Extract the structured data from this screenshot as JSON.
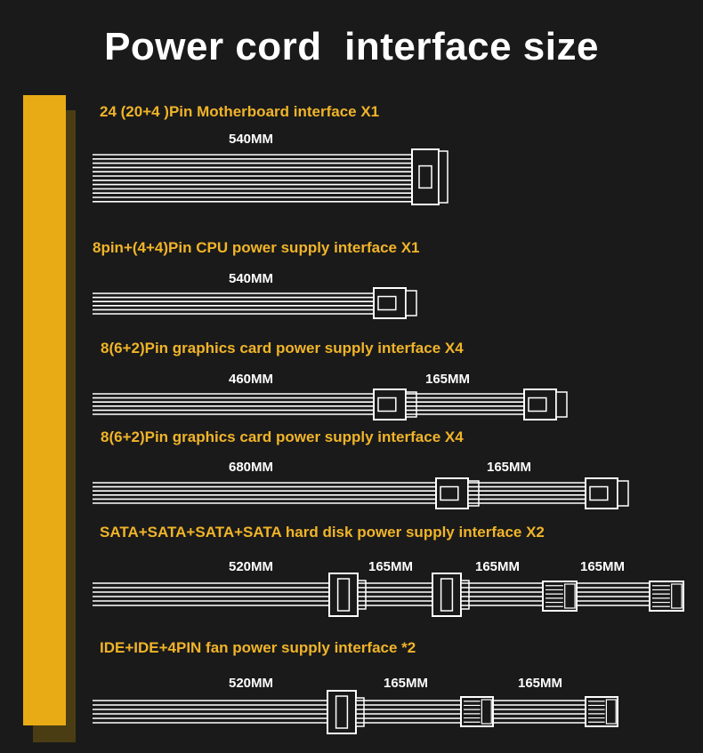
{
  "title": "Power cord  interface size",
  "colors": {
    "accent": "#e8ab16",
    "heading": "#f0b429",
    "background": "#1a1a1a",
    "cable": "#ffffff"
  },
  "sections": [
    {
      "heading": "24 (20+4 )Pin Motherboard interface X1",
      "lengths": [
        "540MM"
      ]
    },
    {
      "heading": "8pin+(4+4)Pin CPU power supply interface X1",
      "lengths": [
        "540MM"
      ]
    },
    {
      "heading": "8(6+2)Pin graphics card power supply interface X4",
      "lengths": [
        "460MM",
        "165MM"
      ]
    },
    {
      "heading": "8(6+2)Pin graphics card power supply interface X4",
      "lengths": [
        "680MM",
        "165MM"
      ]
    },
    {
      "heading": "SATA+SATA+SATA+SATA hard disk power supply interface X2",
      "lengths": [
        "520MM",
        "165MM",
        "165MM",
        "165MM"
      ]
    },
    {
      "heading": "IDE+IDE+4PIN fan power supply interface *2",
      "lengths": [
        "520MM",
        "165MM",
        "165MM"
      ]
    }
  ]
}
